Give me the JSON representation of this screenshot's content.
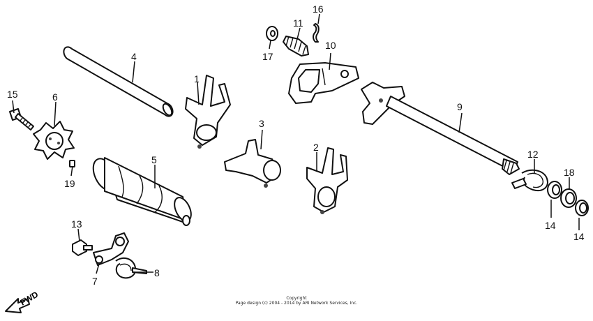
{
  "callouts": {
    "p1": "1",
    "p2": "2",
    "p3": "3",
    "p4": "4",
    "p5": "5",
    "p6": "6",
    "p7": "7",
    "p8": "8",
    "p9": "9",
    "p10": "10",
    "p11": "11",
    "p12": "12",
    "p13": "13",
    "p14a": "14",
    "p14b": "14",
    "p15": "15",
    "p16": "16",
    "p17": "17",
    "p18": "18",
    "p19": "19"
  },
  "footer": {
    "line1": "Copyright",
    "line2": "Page design (c) 2004 - 2014 by ARI Network Services, Inc."
  },
  "direction_label": "FWD"
}
